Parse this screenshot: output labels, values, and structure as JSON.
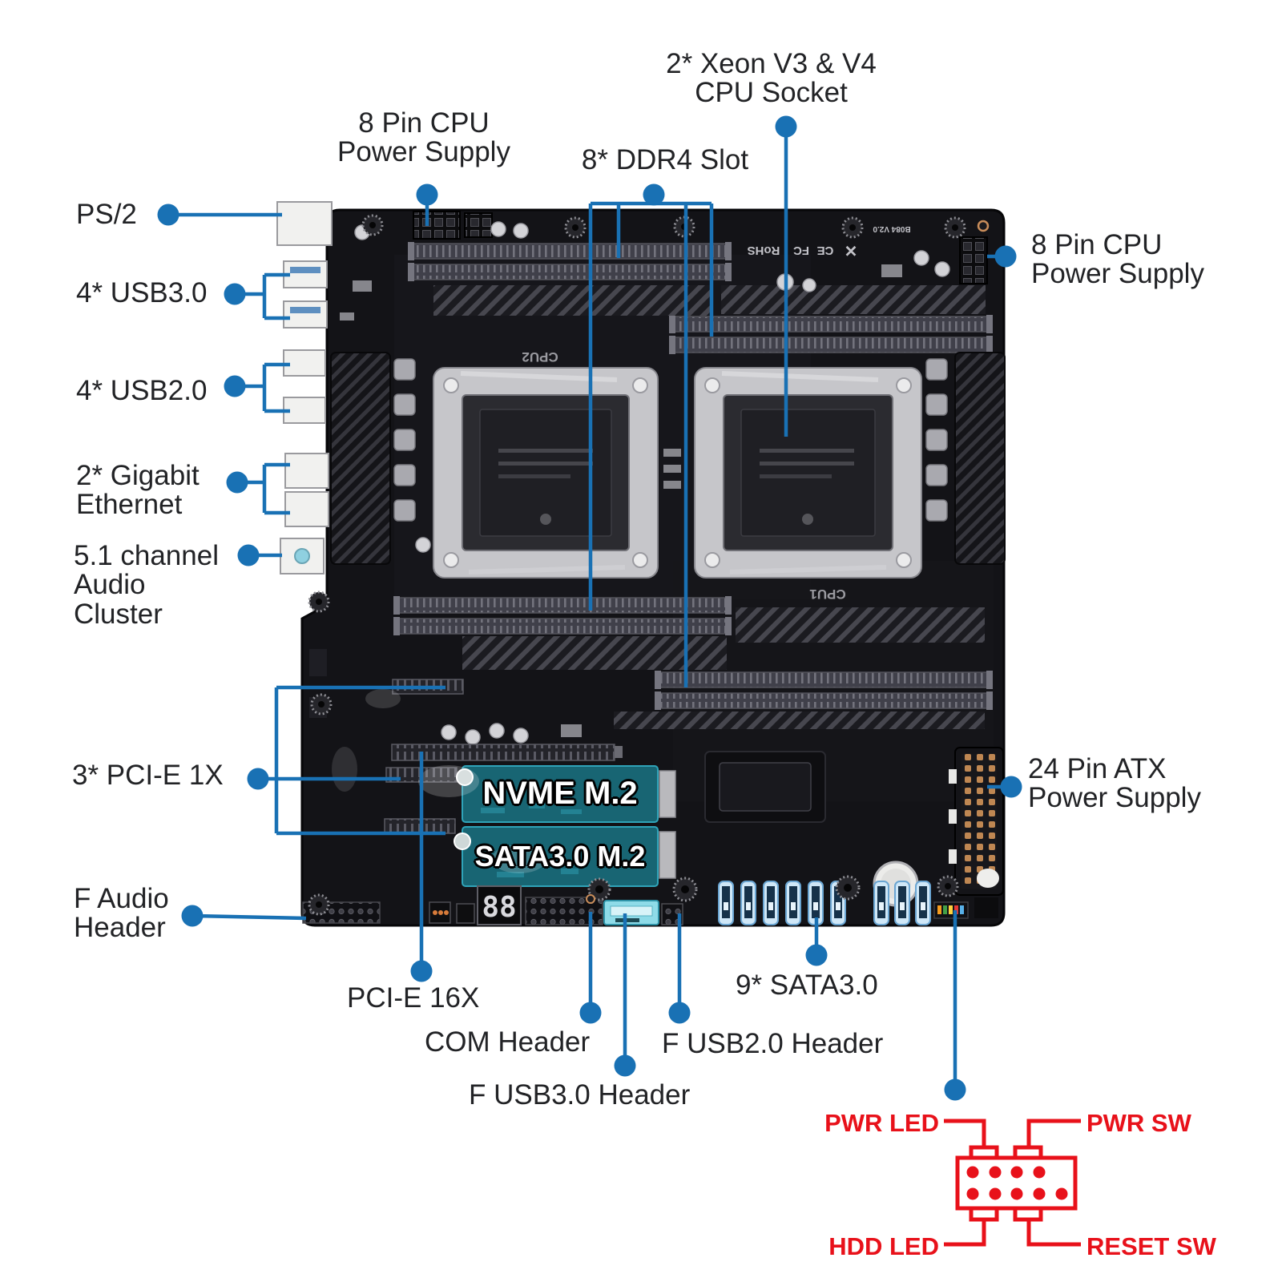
{
  "colors": {
    "leader_blue": "#1971b4",
    "front_panel_red": "#e8111a",
    "m2_teal": "#186573",
    "sata_blue": "#cfe7f7",
    "pcb_black": "#131317"
  },
  "callouts": {
    "xeon_cpu_socket": "2* Xeon V3 & V4\nCPU Socket",
    "cpu_power_left": "8 Pin CPU\nPower Supply",
    "ddr4": "8* DDR4 Slot",
    "ps2": "PS/2",
    "usb3": "4* USB3.0",
    "usb2": "4* USB2.0",
    "ethernet": "2* Gigabit\nEthernet",
    "audio_cluster": "5.1 channel\nAudio\nCluster",
    "cpu_power_right": "8 Pin CPU\nPower Supply",
    "pcie_1x": "3* PCI-E 1X",
    "atx_power": "24 Pin ATX\nPower Supply",
    "f_audio": "F Audio\nHeader",
    "pcie_16x": "PCI-E 16X",
    "com_header": "COM Header",
    "f_usb3": "F USB3.0 Header",
    "f_usb2": "F USB2.0 Header",
    "sata": "9* SATA3.0"
  },
  "front_panel": {
    "pwr_led": "PWR LED",
    "pwr_sw": "PWR SW",
    "hdd_led": "HDD LED",
    "reset_sw": "RESET SW"
  },
  "board_text": {
    "nvme_m2": "NVME M.2",
    "sata_m2": "SATA3.0 M.2",
    "cpu1": "CPU1",
    "cpu2": "CPU2",
    "rohs": "RoHS",
    "fc": "FC",
    "ce": "CE",
    "xmark": "✕",
    "version": "B084 V2.0",
    "debug_led": "88"
  }
}
